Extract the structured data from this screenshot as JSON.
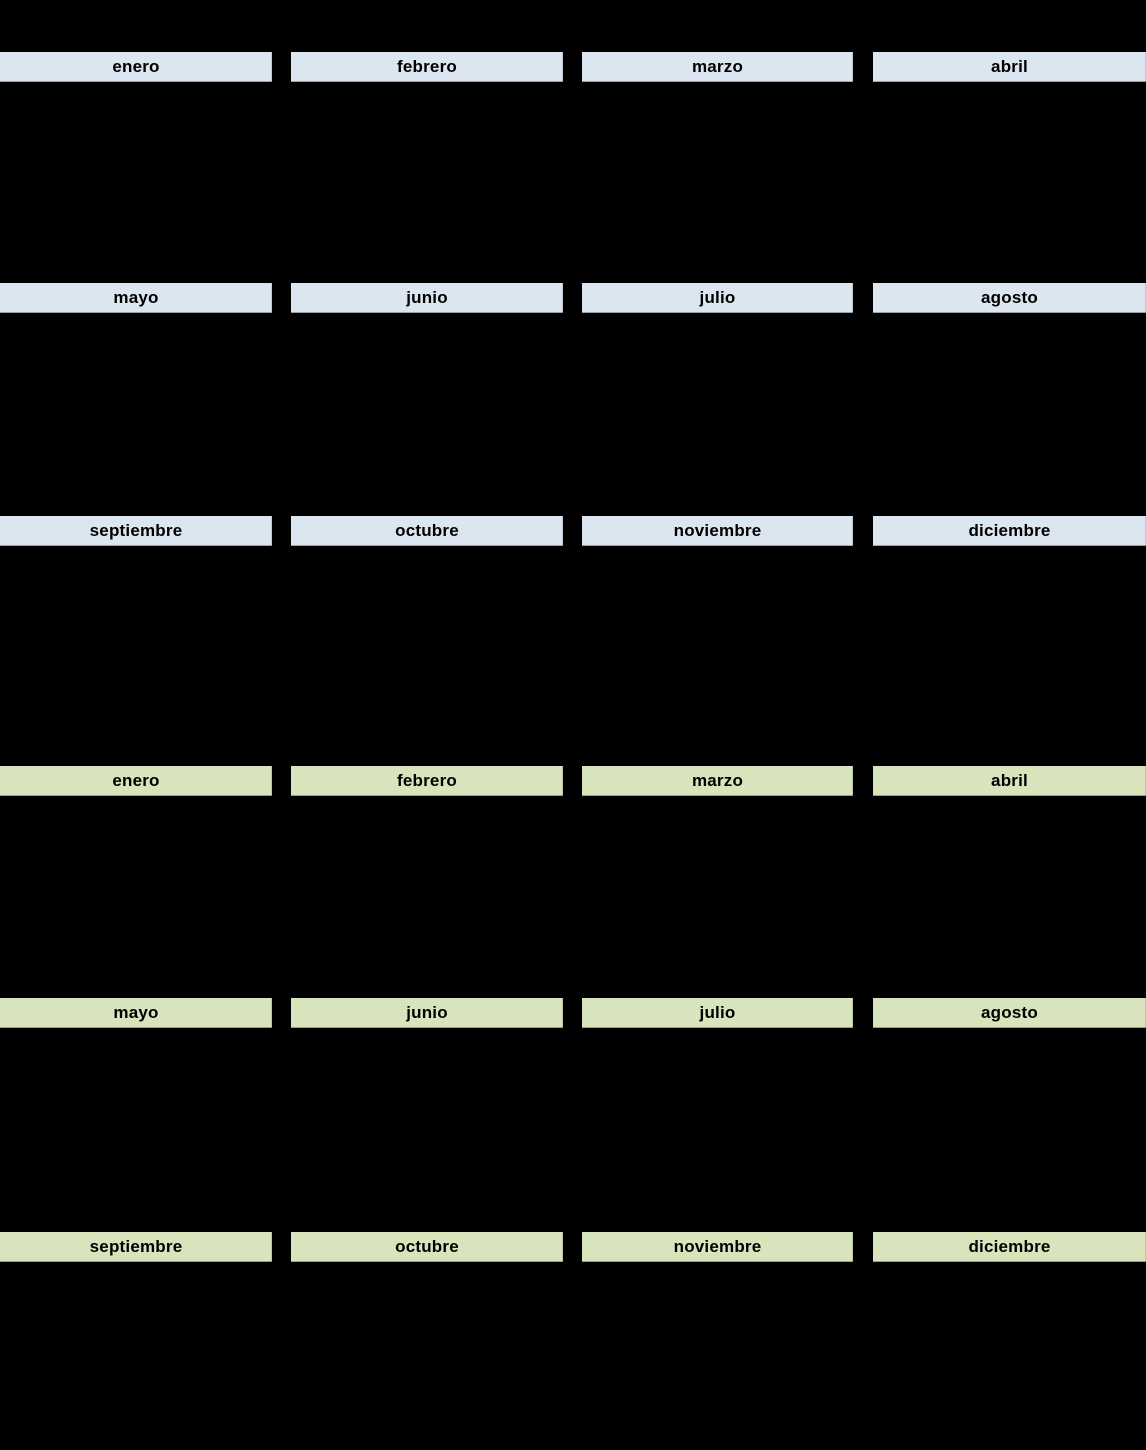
{
  "colors": {
    "page_background": "#000000",
    "year1_header_fill": "#dce6f1",
    "year2_header_fill": "#d7e4bc",
    "header_text": "#000000"
  },
  "calendars": [
    {
      "name": "calendar-year-1",
      "header_fill": "#dce6f1",
      "rows": [
        {
          "months": [
            "enero",
            "febrero",
            "marzo",
            "abril"
          ]
        },
        {
          "months": [
            "mayo",
            "junio",
            "julio",
            "agosto"
          ]
        },
        {
          "months": [
            "septiembre",
            "octubre",
            "noviembre",
            "diciembre"
          ]
        }
      ]
    },
    {
      "name": "calendar-year-2",
      "header_fill": "#d7e4bc",
      "rows": [
        {
          "months": [
            "enero",
            "febrero",
            "marzo",
            "abril"
          ]
        },
        {
          "months": [
            "mayo",
            "junio",
            "julio",
            "agosto"
          ]
        },
        {
          "months": [
            "septiembre",
            "octubre",
            "noviembre",
            "diciembre"
          ]
        }
      ]
    }
  ]
}
